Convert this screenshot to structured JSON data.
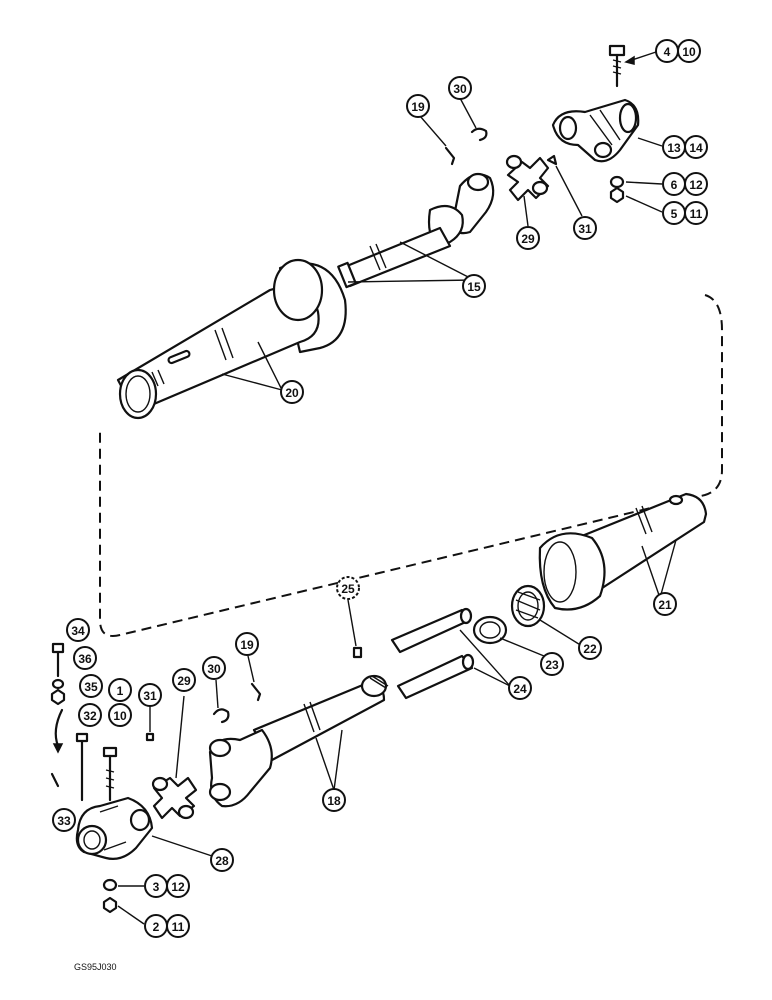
{
  "figure_ref": "GS95J030",
  "callouts": {
    "c4": "4",
    "c10a": "10",
    "c13": "13",
    "c14": "14",
    "c6": "6",
    "c12a": "12",
    "c5": "5",
    "c11a": "11",
    "c19a": "19",
    "c30a": "30",
    "c29a": "29",
    "c31a": "31",
    "c15": "15",
    "c20": "20",
    "c21": "21",
    "c22": "22",
    "c23": "23",
    "c24": "24",
    "c25": "25",
    "c19b": "19",
    "c30b": "30",
    "c18": "18",
    "c34": "34",
    "c36": "36",
    "c35": "35",
    "c1": "1",
    "c10b": "10",
    "c32": "32",
    "c31b": "31",
    "c29b": "29",
    "c33": "33",
    "c28": "28",
    "c3": "3",
    "c12b": "12",
    "c2": "2",
    "c11b": "11"
  }
}
